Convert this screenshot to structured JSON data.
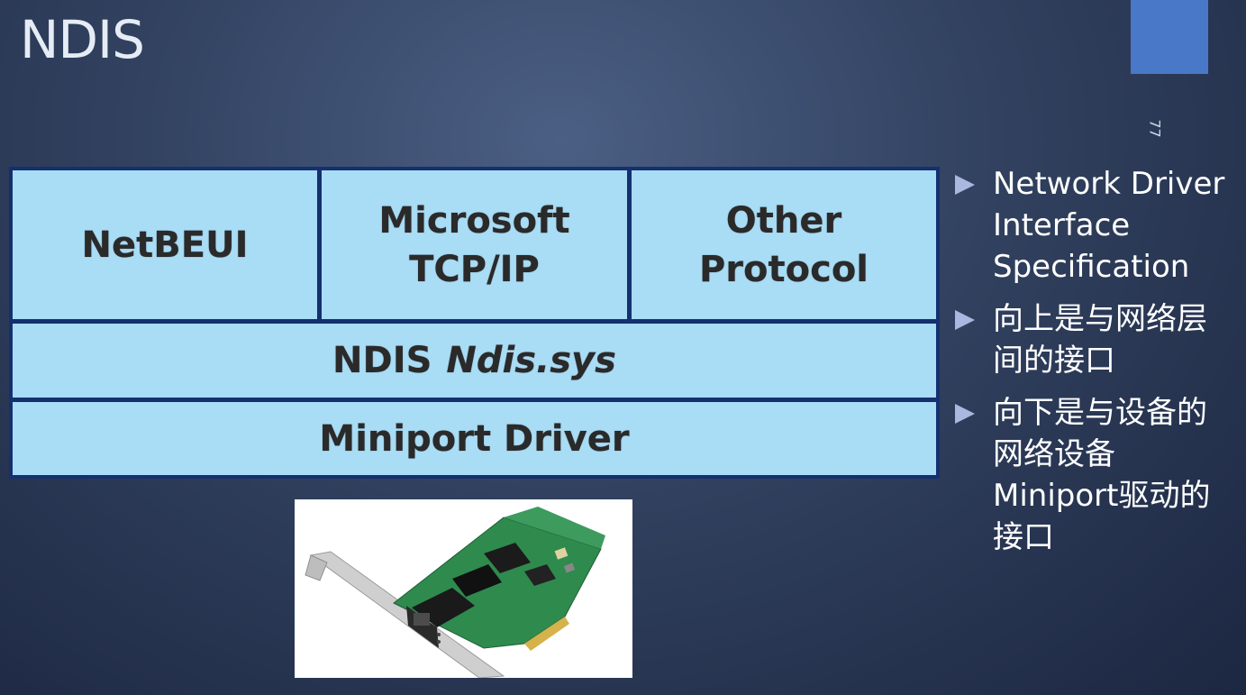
{
  "slide": {
    "title": "NDIS",
    "page_number": "77"
  },
  "diagram": {
    "protocols": [
      {
        "line1": "NetBEUI",
        "line2": ""
      },
      {
        "line1": "Microsoft",
        "line2": "TCP/IP"
      },
      {
        "line1": "Other",
        "line2": "Protocol"
      }
    ],
    "ndis_label": "NDIS",
    "ndis_file": "Ndis.sys",
    "miniport_label": "Miniport Driver"
  },
  "bullets": [
    "Network Driver\nInterface\nSpecification",
    "向上是与网络层\n间的接口",
    "向下是与设备的\n网络设备\nMiniport驱动的\n接口"
  ],
  "colors": {
    "cell_fill": "#a9dcf5",
    "cell_border": "#14306f",
    "accent": "#4a78c8",
    "bullet_marker": "#aab8e0"
  },
  "image": {
    "subject": "network-interface-card-photo"
  }
}
